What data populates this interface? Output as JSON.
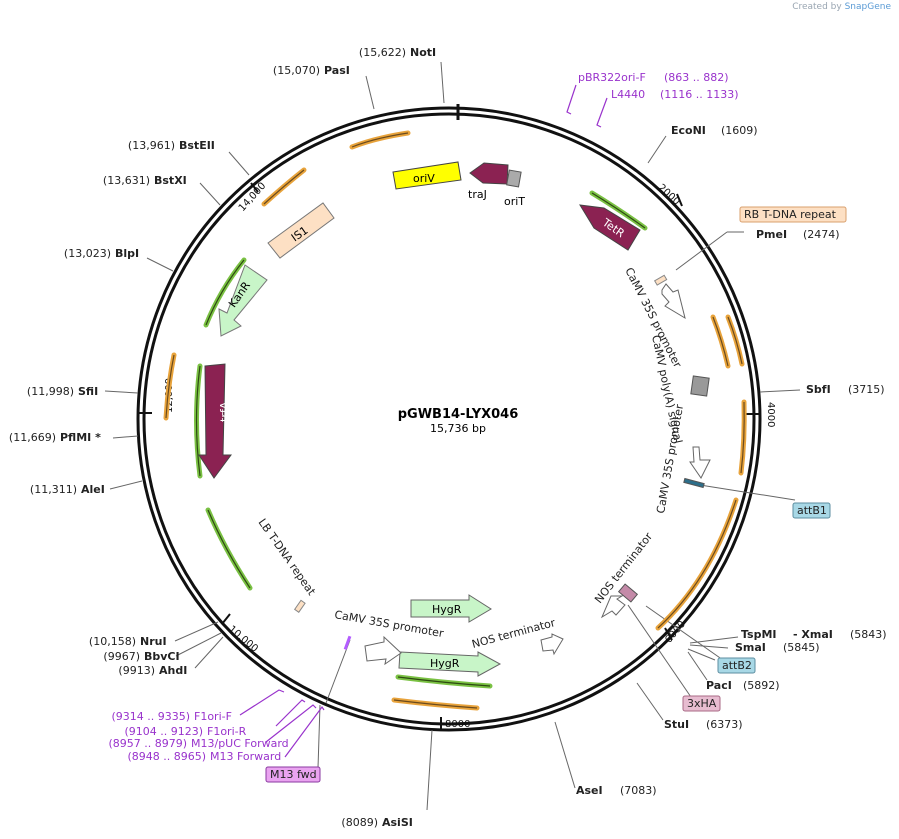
{
  "credit": {
    "prefix": "Created by",
    "brand": "SnapGene"
  },
  "plasmid": {
    "name": "pGWB14-LYX046",
    "size_label": "15,736 bp"
  },
  "ticks": [
    "2000",
    "4000",
    "6000",
    "8000",
    "10,000",
    "12,000",
    "14,000"
  ],
  "sites": {
    "noti": {
      "pos": "(15,622)",
      "name": "NotI"
    },
    "pasi": {
      "pos": "(15,070)",
      "name": "PasI"
    },
    "bsteii": {
      "pos": "(13,961)",
      "name": "BstEII"
    },
    "bstxi": {
      "pos": "(13,631)",
      "name": "BstXI"
    },
    "blpi": {
      "pos": "(13,023)",
      "name": "BlpI"
    },
    "sfii": {
      "pos": "(11,998)",
      "name": "SfiI"
    },
    "pflmi": {
      "pos": "(11,669)",
      "name": "PflMI *"
    },
    "alei": {
      "pos": "(11,311)",
      "name": "AleI"
    },
    "nrui": {
      "pos": "(10,158)",
      "name": "NruI"
    },
    "bbvci": {
      "pos": "(9967)",
      "name": "BbvCI"
    },
    "ahdi": {
      "pos": "(9913)",
      "name": "AhdI"
    },
    "asisi": {
      "pos": "(8089)",
      "name": "AsiSI"
    },
    "asei": {
      "name": "AseI",
      "pos": "(7083)"
    },
    "stui": {
      "name": "StuI",
      "pos": "(6373)"
    },
    "paci": {
      "name": "PacI",
      "pos": "(5892)"
    },
    "smai": {
      "name": "SmaI",
      "pos": "(5845)"
    },
    "tspmi": {
      "name": "TspMI",
      "sep": "- XmaI",
      "pos": "(5843)"
    },
    "sbfi": {
      "name": "SbfI",
      "pos": "(3715)"
    },
    "pmei": {
      "name": "PmeI",
      "pos": "(2474)"
    },
    "econi": {
      "name": "EcoNI",
      "pos": "(1609)"
    }
  },
  "primers": {
    "pbr322": {
      "name": "pBR322ori-F",
      "range": "(863 .. 882)"
    },
    "l4440": {
      "name": "L4440",
      "range": "(1116 .. 1133)"
    },
    "f1orif": {
      "range": "(9314 .. 9335)",
      "name": "F1ori-F"
    },
    "f1orir": {
      "range": "(9104 .. 9123)",
      "name": "F1ori-R"
    },
    "m13puc": {
      "range": "(8957 .. 8979)",
      "name": "M13/pUC Forward"
    },
    "m13fwd": {
      "range": "(8948 .. 8965)",
      "name": "M13 Forward"
    }
  },
  "boxes": {
    "rb": "RB T-DNA repeat",
    "attb1": "attB1",
    "attb2": "attB2",
    "ha": "3xHA",
    "m13": "M13 fwd"
  },
  "features": {
    "oriv": "oriV",
    "traj": "traJ",
    "orit": "oriT",
    "tetr": "TetR",
    "is1": "IS1",
    "kanr": "KanR",
    "trfa": "trfA",
    "hygr1": "HygR",
    "hygr2": "HygR",
    "camv1": "CaMV 35S promoter",
    "polya": "CaMV poly(A) signal",
    "camv2": "CaMV 35S promoter",
    "nos1": "NOS terminator",
    "nos2": "NOS terminator",
    "camv3": "CaMV 35S promoter",
    "lb": "LB T-DNA repeat"
  },
  "colors": {
    "primer": "#9933cc",
    "orange_arrow": "#e8a33b",
    "green_arrow": "#7ac143",
    "maroon": "#8b2252",
    "yellow": "#ffff00",
    "peach": "#fde0c4",
    "mint": "#c8f5c8",
    "attb": "#a8d8e6",
    "ha": "#e7bcd0",
    "m13": "#e9a3f0"
  }
}
